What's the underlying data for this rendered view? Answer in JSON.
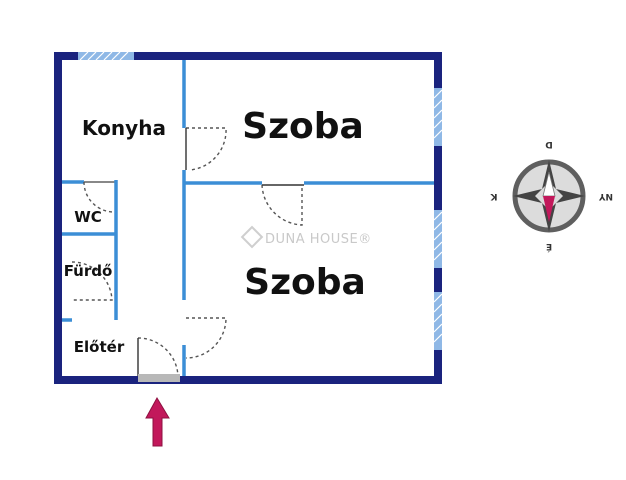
{
  "rooms": {
    "kitchen": "Konyha",
    "room_top": "Szoba",
    "room_bottom": "Szoba",
    "wc": "WC",
    "bathroom": "Fürdő",
    "hallway": "Előtér"
  },
  "watermark": "DUNA HOUSE®",
  "compass": {
    "north": "D",
    "south": "É",
    "east": "NY",
    "west": "K"
  },
  "colors": {
    "outer_wall": "#1a237e",
    "inner_wall": "#3b8ed6",
    "window": "#8fb8e6",
    "door": "#555555",
    "arrow": "#c2185b",
    "compass_fill": "#dcdcdc",
    "compass_ring": "#5f5f5f"
  }
}
